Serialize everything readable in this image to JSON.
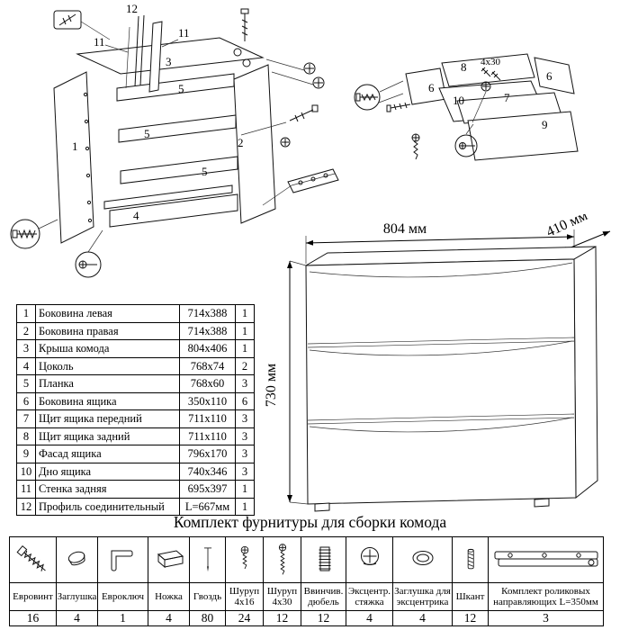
{
  "titles": {
    "hardware_kit": "Комплект фурнитуры для сборки комода"
  },
  "dimensions": {
    "width": "804 мм",
    "depth": "410 мм",
    "height": "730 мм"
  },
  "carcass_diagram": {
    "labels": {
      "p12": "12",
      "p11a": "11",
      "p11b": "11",
      "p3": "3",
      "p5a": "5",
      "p5b": "5",
      "p5c": "5",
      "p1": "1",
      "p2": "2",
      "p4": "4"
    }
  },
  "drawer_diagram": {
    "labels": {
      "p8": "8",
      "screw": "4x30",
      "p6a": "6",
      "p6b": "6",
      "p10": "10",
      "p7": "7",
      "p9": "9"
    }
  },
  "parts_table": {
    "rows": [
      {
        "num": "1",
        "name": "Боковина левая",
        "size": "714x388",
        "qty": "1"
      },
      {
        "num": "2",
        "name": "Боковина правая",
        "size": "714x388",
        "qty": "1"
      },
      {
        "num": "3",
        "name": "Крыша комода",
        "size": "804x406",
        "qty": "1"
      },
      {
        "num": "4",
        "name": "Цоколь",
        "size": "768x74",
        "qty": "2"
      },
      {
        "num": "5",
        "name": "Планка",
        "size": "768x60",
        "qty": "3"
      },
      {
        "num": "6",
        "name": "Боковина ящика",
        "size": "350x110",
        "qty": "6"
      },
      {
        "num": "7",
        "name": "Щит ящика передний",
        "size": "711x110",
        "qty": "3"
      },
      {
        "num": "8",
        "name": "Щит ящика задний",
        "size": "711x110",
        "qty": "3"
      },
      {
        "num": "9",
        "name": "Фасад ящика",
        "size": "796x170",
        "qty": "3"
      },
      {
        "num": "10",
        "name": "Дно ящика",
        "size": "740x346",
        "qty": "3"
      },
      {
        "num": "11",
        "name": "Стенка задняя",
        "size": "695x397",
        "qty": "1"
      },
      {
        "num": "12",
        "name": "Профиль соединительный",
        "size": "L=667мм",
        "qty": "1"
      }
    ]
  },
  "hardware_table": {
    "items": [
      {
        "name": "Евровинт",
        "qty": "16"
      },
      {
        "name": "Заглушка",
        "qty": "4"
      },
      {
        "name": "Евроключ",
        "qty": "1"
      },
      {
        "name": "Ножка",
        "qty": "4"
      },
      {
        "name": "Гвоздь",
        "qty": "80"
      },
      {
        "name": "Шуруп 4x16",
        "qty": "24"
      },
      {
        "name": "Шуруп 4x30",
        "qty": "12"
      },
      {
        "name": "Ввинчив. дюбель",
        "qty": "12"
      },
      {
        "name": "Эксцентр. стяжка",
        "qty": "4"
      },
      {
        "name": "Заглушка для эксцентрика",
        "qty": "4"
      },
      {
        "name": "Шкант",
        "qty": "12"
      },
      {
        "name": "Комплект роликовых направляющих L=350мм",
        "qty": "3"
      }
    ]
  }
}
